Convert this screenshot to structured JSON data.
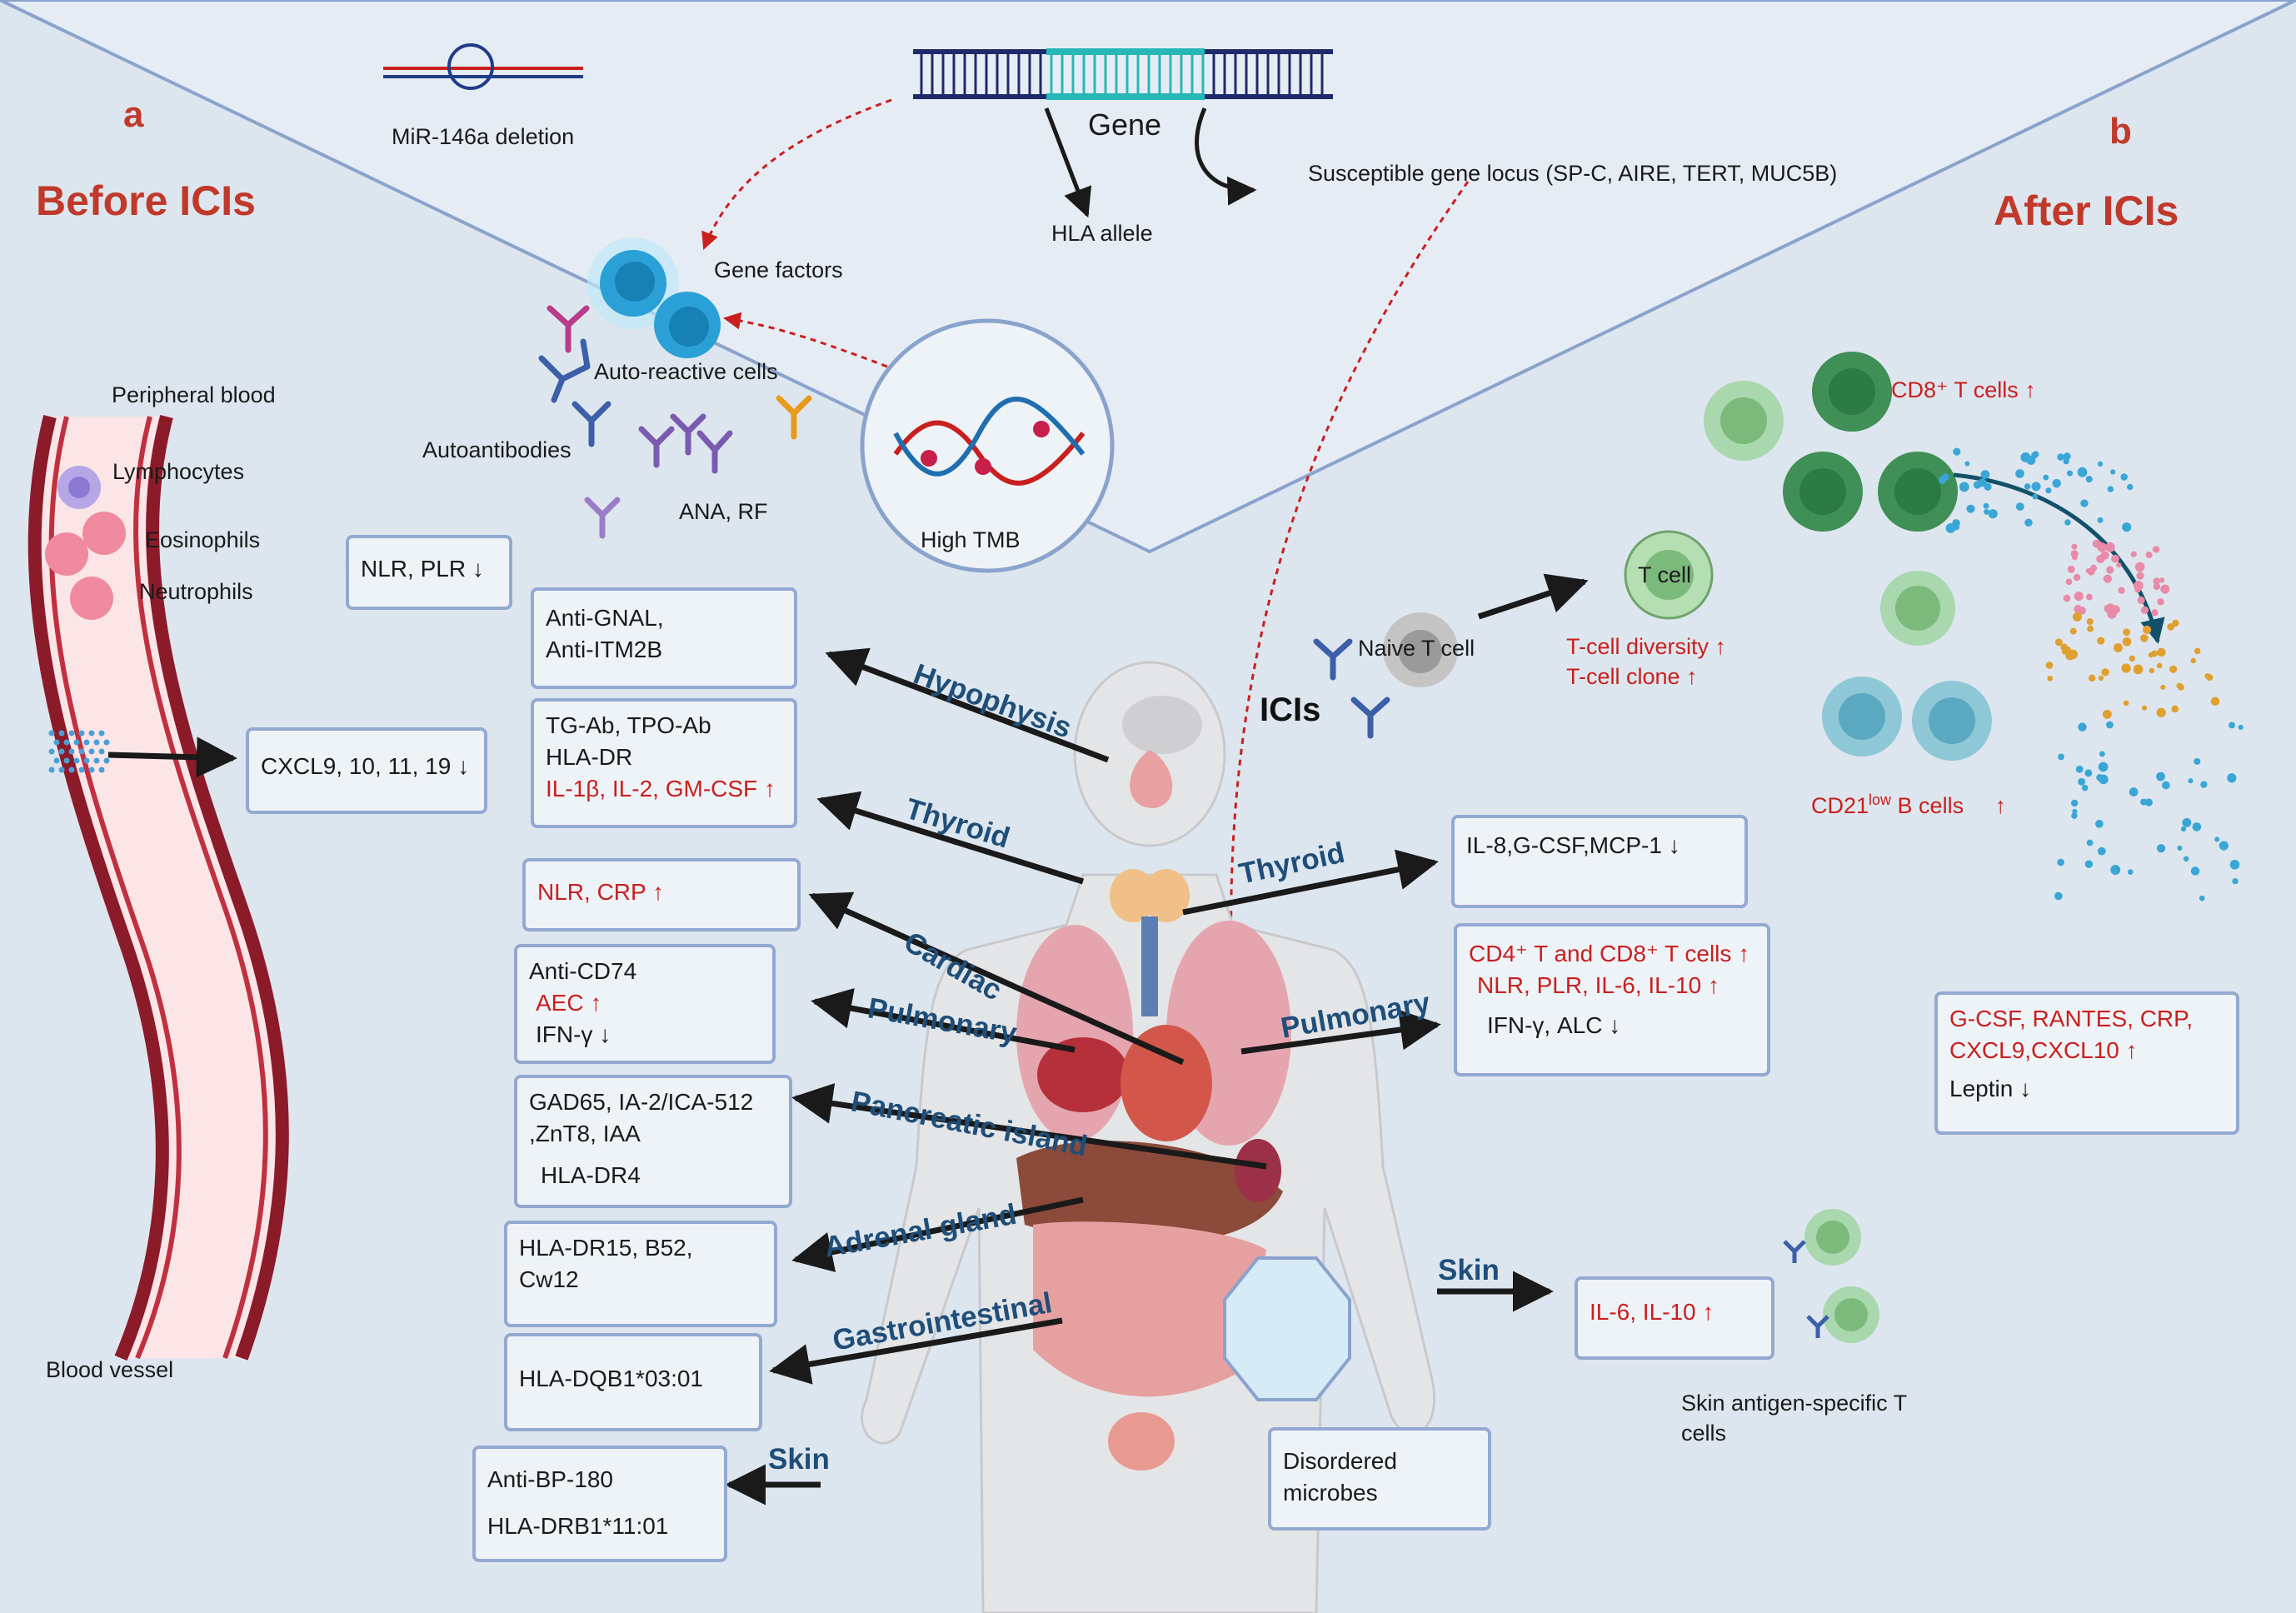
{
  "panel_letters": {
    "a": "a",
    "b": "b"
  },
  "headings": {
    "before": "Before ICIs",
    "after": "After ICIs"
  },
  "top": {
    "mir146a": "MiR-146a deletion",
    "gene": "Gene",
    "hla_allele": "HLA allele",
    "susceptible_locus": "Susceptible gene locus  (SP-C, AIRE, TERT, MUC5B)",
    "gene_factors": "Gene factors",
    "auto_reactive_cells": "Auto-reactive cells",
    "autoantibodies": "Autoantibodies",
    "ana_rf": "ANA, RF",
    "high_tmb": "High TMB"
  },
  "blood": {
    "peripheral_blood": "Peripheral blood",
    "lymphocytes": "Lymphocytes",
    "eosinophils": "Eosinophils",
    "neutrophils": "Neutrophils",
    "blood_vessel": "Blood vessel",
    "nlr_plr": "NLR,  PLR",
    "cxcl": "CXCL9, 10, 11, 19"
  },
  "organs_left": {
    "hypophysis": "Hypophysis",
    "thyroid": "Thyroid",
    "cardiac": "Cardiac",
    "pulmonary": "Pulmonary",
    "pancreatic": "Pancreatic island",
    "adrenal": "Adrenal gland",
    "gastro": "Gastrointestinal",
    "skin": "Skin"
  },
  "organs_right": {
    "thyroid": "Thyroid",
    "pulmonary": "Pulmonary",
    "skin": "Skin"
  },
  "left_boxes": {
    "hypophysis": [
      "Anti-GNAL,",
      "Anti-ITM2B"
    ],
    "thyroid": [
      "TG-Ab, TPO-Ab",
      " HLA-DR",
      "IL-1β, IL-2, GM-CSF"
    ],
    "cardiac": "NLR, CRP",
    "pulmonary": [
      "Anti-CD74",
      "AEC",
      "IFN-γ"
    ],
    "pancreatic": [
      "GAD65,  IA-2/ICA-512",
      ",ZnT8,  IAA",
      "HLA-DR4"
    ],
    "adrenal": [
      "HLA-DR15,  B52,",
      "Cw12"
    ],
    "gastro": "HLA-DQB1*03:01",
    "skin": [
      "Anti-BP-180",
      "HLA-DRB1*11:01"
    ]
  },
  "right_boxes": {
    "thyroid": "IL-8,G-CSF,MCP-1",
    "pulmonary": [
      "CD4⁺ T and CD8⁺ T cells",
      "NLR,  PLR,  IL-6,  IL-10",
      "IFN-γ,  ALC"
    ],
    "skin": "IL-6, IL-10",
    "serum": [
      "G-CSF,  RANTES, CRP,",
      "CXCL9,CXCL10",
      "Leptin"
    ]
  },
  "right_labels": {
    "icis": "ICIs",
    "naive_t": "Naive T cell",
    "t_cell": "T cell",
    "t_diversity": "T-cell diversity",
    "t_clone": "T-cell  clone",
    "cd8": "CD8⁺ T cells",
    "cd21": "CD21",
    "cd21_sup": "low",
    "cd21_rest": " B cells",
    "skin_cells": [
      "Skin antigen-specific T",
      "cells"
    ],
    "microbes": [
      "Disordered",
      "microbes"
    ]
  },
  "colors": {
    "heading_red": "#c0392b",
    "up_red": "#c8201e",
    "organ_blue": "#1f4e79",
    "box_border": "#93a9d1"
  }
}
